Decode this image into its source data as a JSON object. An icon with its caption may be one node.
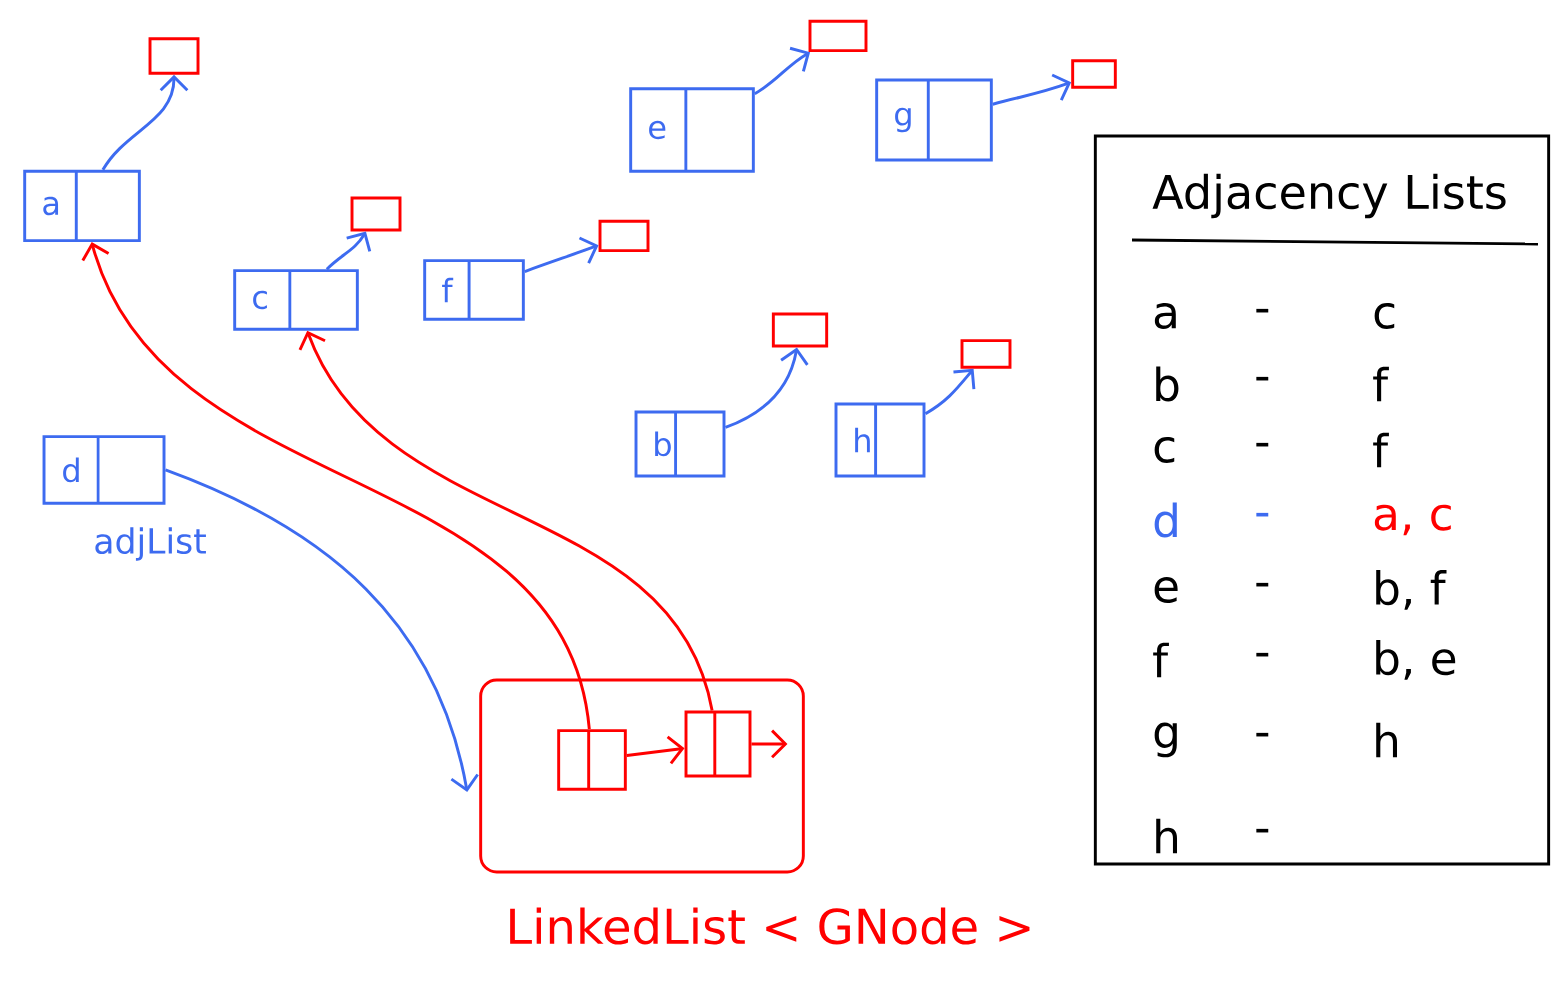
{
  "diagram": {
    "nodes": [
      {
        "text": [
          "a"
        ]
      },
      {
        "text": [],
        "shape": "box"
      },
      {
        "text": [
          "c"
        ]
      },
      {
        "text": [],
        "shape": "box"
      },
      {
        "text": [
          "f"
        ]
      },
      {
        "text": [],
        "shape": "box"
      },
      {
        "text": [
          "e"
        ]
      },
      {
        "text": [],
        "shape": "box"
      },
      {
        "text": [
          "g"
        ]
      },
      {
        "text": [],
        "shape": "box"
      },
      {
        "text": [
          "b"
        ]
      },
      {
        "text": [],
        "shape": "box"
      },
      {
        "text": [
          "h"
        ]
      },
      {
        "text": [],
        "shape": "box"
      },
      {
        "text": [
          "d"
        ],
        "beside": [
          "adjList"
        ]
      },
      {
        "text": [],
        "shape": "box",
        "beside": [
          "LinkedList < GNode >"
        ]
      },
      {
        "text": [],
        "shape": "box",
        "in": 15
      },
      {
        "text": [],
        "shape": "box",
        "in": 15
      },
      {
        "text": [
          "Adjacency Lists"
        ]
      }
    ],
    "edges": [
      {
        "from": 0,
        "to": 1,
        "arrow": "to"
      },
      {
        "from": 2,
        "to": 3,
        "arrow": "to"
      },
      {
        "from": 4,
        "to": 5,
        "arrow": "to"
      },
      {
        "from": 6,
        "to": 7,
        "arrow": "to"
      },
      {
        "from": 8,
        "to": 9,
        "arrow": "to"
      },
      {
        "from": 10,
        "to": 11,
        "arrow": "to"
      },
      {
        "from": 12,
        "to": 13,
        "arrow": "to"
      },
      {
        "from": 14,
        "to": 15,
        "arrow": "to"
      },
      {
        "from": 16,
        "to": 0,
        "arrow": "to",
        "color": "#ff0000"
      },
      {
        "from": 17,
        "to": 2,
        "arrow": "to",
        "color": "#ff0000"
      },
      {
        "from": 16,
        "to": 17,
        "arrow": "to",
        "color": "#ff0000"
      },
      {
        "from": 17,
        "to": null,
        "arrow": "to",
        "color": "#ff0000"
      }
    ],
    "labels": [
      "a",
      "-",
      "c",
      "b",
      "-",
      "f",
      "c",
      "-",
      "f",
      "d",
      "-",
      "a, c",
      "e",
      "-",
      "b, f",
      "f",
      "-",
      "b, e",
      "g",
      "-",
      "h",
      "h",
      "-"
    ]
  }
}
